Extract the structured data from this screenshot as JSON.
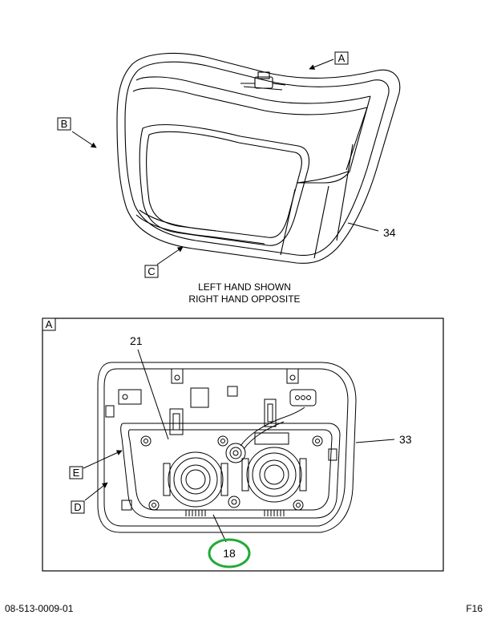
{
  "callouts": {
    "view_a_top": "A",
    "view_b": "B",
    "view_c": "C",
    "view_a_box": "A",
    "part_34": "34",
    "part_21": "21",
    "part_33": "33",
    "part_18": "18",
    "view_e": "E",
    "view_d": "D"
  },
  "caption": {
    "line1": "LEFT HAND SHOWN",
    "line2": "RIGHT HAND OPPOSITE"
  },
  "footer": {
    "left": "08-513-0009-01",
    "right": "F16"
  },
  "colors": {
    "line": "#000000",
    "highlight_circle": "#22aa3a"
  }
}
